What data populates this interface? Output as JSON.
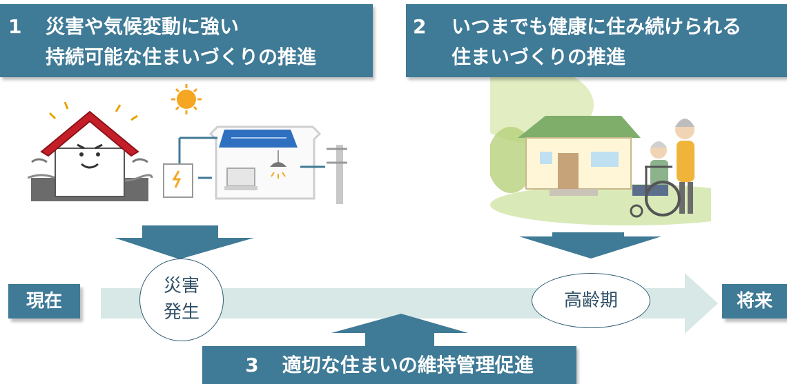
{
  "section1": {
    "number": "1",
    "line1": "災害や気候変動に強い",
    "line2": "持続可能な住まいづくりの推進"
  },
  "section2": {
    "number": "2",
    "line1": "いつまでも健康に住み続けられる",
    "line2": "住まいづくりの推進"
  },
  "section3": {
    "number": "3",
    "text": "適切な住まいの維持管理促進"
  },
  "timeline": {
    "start": "現在",
    "end": "将来",
    "disaster_line1": "災害",
    "disaster_line2": "発生",
    "aging": "高齢期"
  },
  "colors": {
    "banner": "#3f7a96",
    "arrow": "#3f7a96",
    "timeline_arrow": "#d7e8e6"
  }
}
